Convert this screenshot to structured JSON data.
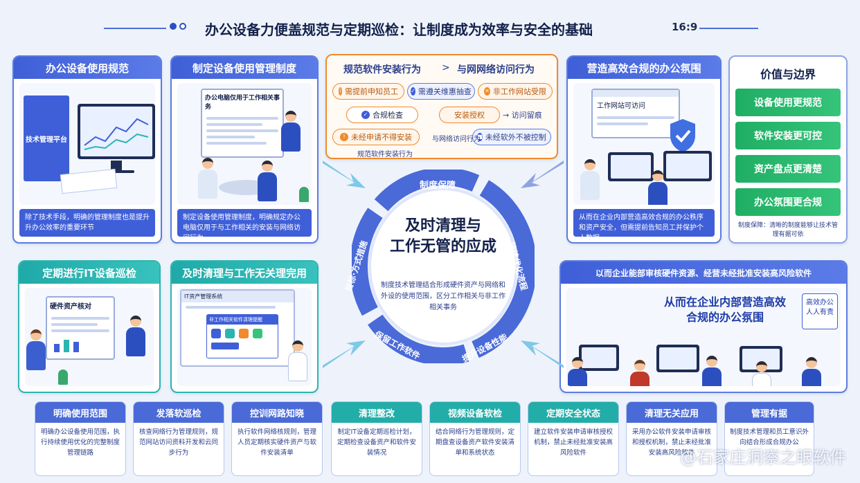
{
  "header": {
    "title": "办公设备力便盖规范与定期巡检：让制度成为效率与安全的基础",
    "ratio": "16:9"
  },
  "cards": {
    "usage": {
      "title": "办公设备使用规范",
      "screen_label": "技术管理平台",
      "footer": "除了技术手段，明确的管理制度也是提升升办公效率的重要环节"
    },
    "policy": {
      "title": "制定设备使用管理制度",
      "board_title": "办公电脑仅用于工作相关事务",
      "footer": "制定设备使用管理制度，明确规定办公电脑仅用于与工作相关的安装与网络访问行为"
    },
    "software": {
      "left_head": "规范软件安装行为",
      "sep": ">",
      "right_head": "与网网络访问行为",
      "pills": {
        "p1": "需提前申知员工",
        "p2": "需遵关维惠抽查",
        "p3": "非工作网站受限",
        "p4": "合规检查",
        "p5": "安装授权",
        "p6": "访问留痕",
        "p7": "未经申请不得安装",
        "p8": "未经软外不被控制"
      },
      "bottom_left": "规范软件安装行为",
      "bottom_right": "与网络访问行为"
    },
    "atmosphere": {
      "title": "营造高效合规的办公氛围",
      "window_title": "工作网站可访问",
      "footer": "从而在企业内部营造高效合规的办公秩序和资产安全，但需提前告知员工并保护个人数据"
    },
    "values": {
      "title": "价值与边界",
      "items": [
        "设备使用更规范",
        "软件安装更可控",
        "资产盘点更清楚",
        "办公氛围更合规"
      ],
      "footer": "制度保障：清晰的制度能够让技术管理有据可依"
    },
    "inspection": {
      "title": "定期进行IT设备巡检",
      "board_title": "硬件资产核对"
    },
    "cleanup": {
      "title": "及时清理与工作无关理完用",
      "window_title": "IT资产管理系统",
      "dialog_title": "非工作相关软件清理提醒"
    },
    "secure": {
      "title": "以而企业能部审核硬件资源、经营未经批准安装高风险软件",
      "headline": "从而在企业内部营造高效合规的办公氛围",
      "sign": "高效办公人人有责"
    }
  },
  "center": {
    "title_line1": "及时清理与",
    "title_line2": "工作无管的应成",
    "sub": "制度技术管理结合形成硬件资产与网络和外设的使用范围，区分工作相关与非工作相关事务",
    "arcs": {
      "top": "制度保障",
      "left": "目标·方式措施",
      "right": "持续优化流程",
      "bottom_left": "保留工作软件",
      "bottom_right": "提升设备性能"
    }
  },
  "tiles": [
    {
      "title": "明确使用范围",
      "body": "明确办公设备使用范围，执行持续使用优化的完整制度管理链路"
    },
    {
      "title": "发落软巡检",
      "body": "核查网络行为管理规则，规范网站访问资料开发和云同步行为"
    },
    {
      "title": "控训网路知晓",
      "body": "执行软件网络核规则，管理人员定期核实硬件资产与软件安装清单"
    },
    {
      "title": "清理整改",
      "body": "制定IT设备定期巡检计划，定期检查设备资产和软件安装情况"
    },
    {
      "title": "视频设备软检",
      "body": "结合网络行为管理规则，定期盘查设备资产软件安装清单和系统状态"
    },
    {
      "title": "定期安全状态",
      "body": "建立软件安装申请审核授权机制，禁止未经批准安装高风险软件"
    },
    {
      "title": "清理无关应用",
      "body": "采用办公软件安装申请审核和授权机制，禁止未经批准安装高风险软件"
    },
    {
      "title": "管理有据",
      "body": "制度技术管理和员工意识外向结合形成合规办公"
    }
  ],
  "watermark": "@石家庄洞察之眼软件"
}
